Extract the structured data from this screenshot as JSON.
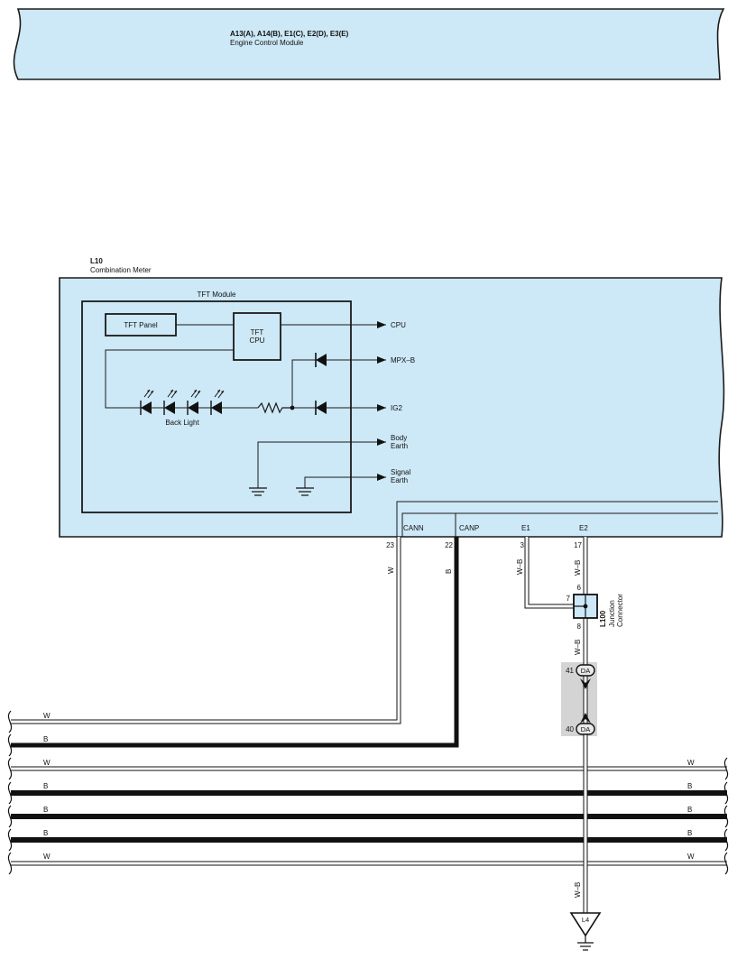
{
  "colors": {
    "module_fill": "#cde8f6",
    "module_stroke": "#1a1a1a",
    "wire_black": "#111111",
    "wire_white": "#ffffff",
    "joint_shade": "#d4d4d4"
  },
  "ecm": {
    "code": "A13(A), A14(B), E1(C), E2(D), E3(E)",
    "name": "Engine Control Module"
  },
  "meter": {
    "code": "L10",
    "name": "Combination Meter"
  },
  "tft": {
    "title": "TFT Module",
    "panel": "TFT Panel",
    "cpu_line1": "TFT",
    "cpu_line2": "CPU",
    "back_light": "Back Light"
  },
  "outputs": {
    "cpu": "CPU",
    "mpxb": "MPX–B",
    "ig2": "IG2",
    "body_line1": "Body",
    "body_line2": "Earth",
    "signal_line1": "Signal",
    "signal_line2": "Earth"
  },
  "terminals": {
    "cann": "CANN",
    "canp": "CANP",
    "e1": "E1",
    "e2": "E2"
  },
  "pins": {
    "cann": "23",
    "canp": "22",
    "e1": "3",
    "e2": "17",
    "jc_6": "6",
    "jc_7": "7",
    "jc_8": "8",
    "da_top": "41",
    "da_bottom": "40"
  },
  "wire_colors": {
    "cann": "W",
    "canp": "B",
    "e1": "W–B",
    "e2": "W–B",
    "jc_out": "W–B",
    "ground": "W–B"
  },
  "junction": {
    "code": "L100",
    "line1": "Junction",
    "line2": "Connector"
  },
  "da": "DA",
  "ground_point": "L4",
  "bus": {
    "w1_left": "W",
    "b1_left": "B",
    "w2_left": "W",
    "w2_right": "W",
    "b2_left": "B",
    "b2_right": "B",
    "b3_left": "B",
    "b3_right": "B",
    "b4_left": "B",
    "b4_right": "B",
    "w3_left": "W",
    "w3_right": "W"
  }
}
